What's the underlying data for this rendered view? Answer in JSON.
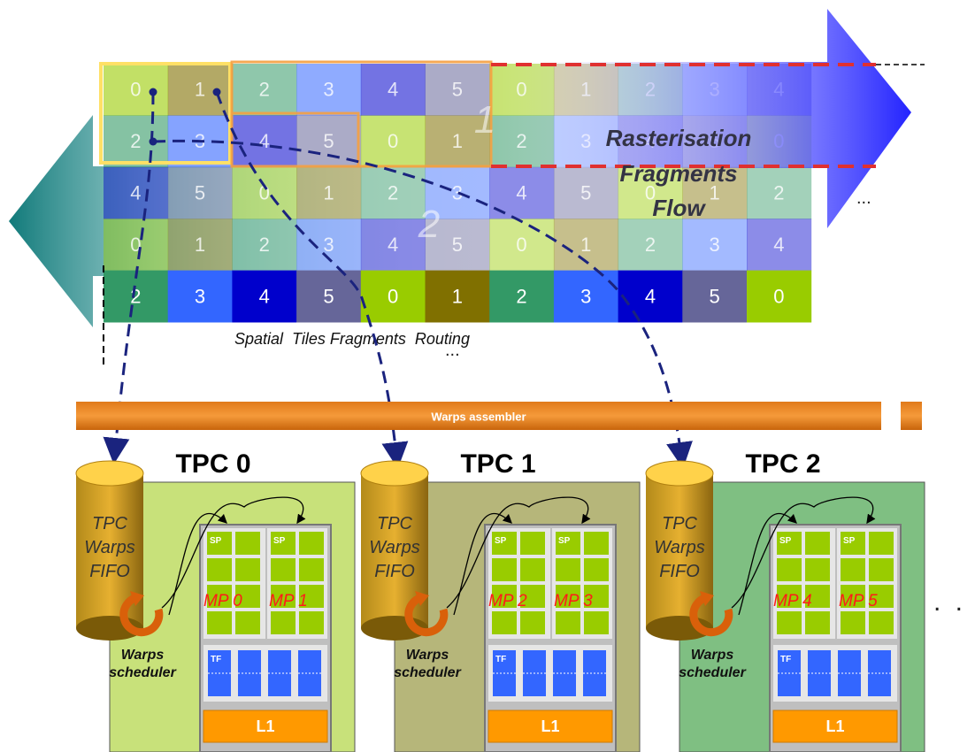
{
  "grid": {
    "rows": [
      [
        "0",
        "1",
        "2",
        "3",
        "4",
        "5",
        "0",
        "1",
        "2",
        "3",
        "4"
      ],
      [
        "2",
        "3",
        "4",
        "5",
        "0",
        "1",
        "2",
        "3",
        "4",
        "5",
        "0"
      ],
      [
        "4",
        "5",
        "0",
        "1",
        "2",
        "3",
        "4",
        "5",
        "0",
        "1",
        "2"
      ],
      [
        "0",
        "1",
        "2",
        "3",
        "4",
        "5",
        "0",
        "1",
        "2",
        "3",
        "4"
      ],
      [
        "2",
        "3",
        "4",
        "5",
        "0",
        "1",
        "2",
        "3",
        "4",
        "5",
        "0"
      ]
    ],
    "region_labels": [
      "1",
      "2"
    ],
    "row_ellipsis": "...",
    "col_ellipsis": "..."
  },
  "flow_arrow": {
    "lines": [
      "Rasterisation",
      "Fragments",
      "Flow"
    ]
  },
  "routing_caption": "Spatial  Tiles Fragments  Routing",
  "warps_assembler": "Warps assembler",
  "tpcs": [
    {
      "title": "TPC 0",
      "fifo": [
        "TPC",
        "Warps",
        "FIFO"
      ],
      "mp_left": "MP 0",
      "mp_right": "MP 1",
      "scheduler": [
        "Warps",
        "scheduler"
      ],
      "sp": "SP",
      "tf": "TF",
      "l1": "L1",
      "color": "#c8e17a"
    },
    {
      "title": "TPC 1",
      "fifo": [
        "TPC",
        "Warps",
        "FIFO"
      ],
      "mp_left": "MP 2",
      "mp_right": "MP 3",
      "scheduler": [
        "Warps",
        "scheduler"
      ],
      "sp": "SP",
      "tf": "TF",
      "l1": "L1",
      "color": "#b6b67a"
    },
    {
      "title": "TPC 2",
      "fifo": [
        "TPC",
        "Warps",
        "FIFO"
      ],
      "mp_left": "MP 4",
      "mp_right": "MP 5",
      "scheduler": [
        "Warps",
        "scheduler"
      ],
      "sp": "SP",
      "tf": "TF",
      "l1": "L1",
      "color": "#7fbf82"
    }
  ],
  "trailing_ellipsis": ". . .",
  "colors": {
    "c0": "#99cc00",
    "c1": "#807000",
    "c2": "#339966",
    "c3": "#3366ff",
    "c4": "#0000cc",
    "c5": "#666699",
    "orange": "#ff9900",
    "arrow_blue": "#1a1aff",
    "arrow_teal": "#1a8080"
  }
}
